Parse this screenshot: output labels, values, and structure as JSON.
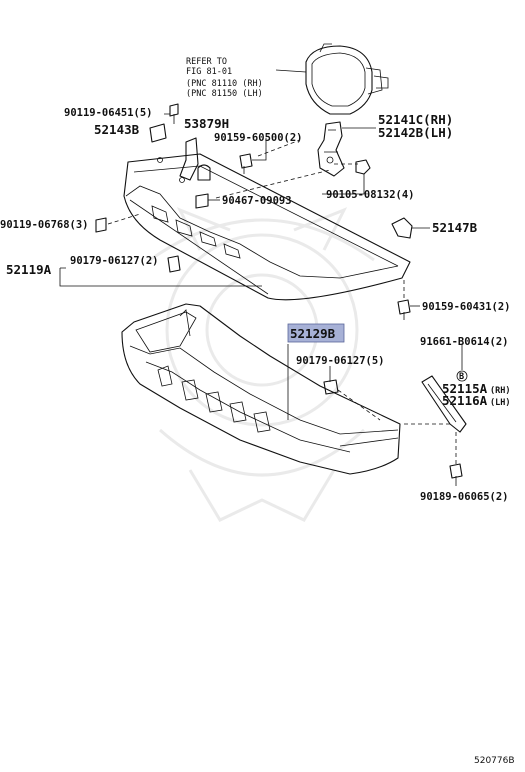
{
  "diagram": {
    "figure_id": "520776B",
    "highlighted_part": "52129B",
    "highlight_color": "#a7b1d6",
    "refer_note": {
      "line1": "REFER TO",
      "line2": "FIG 81-01",
      "line3": "(PNC 81110 (RH)",
      "line4": "(PNC 81150 (LH)"
    },
    "labels": {
      "p90119_06451": "90119-06451(5)",
      "p52143b": "52143B",
      "p53879h": "53879H",
      "p90159_60500": "90159-60500(2)",
      "p52141c": "52141C(RH)",
      "p52142b": "52142B(LH)",
      "p90105_08132": "90105-08132(4)",
      "p90467_09093": "90467-09093",
      "p90119_06768": "90119-06768(3)",
      "p52147b": "52147B",
      "p90179_06127_2": "90179-06127(2)",
      "p52119a": "52119A",
      "p90159_60431": "90159-60431(2)",
      "p52129b": "52129B",
      "p91661_b0614": "91661-B0614(2)",
      "p90179_06127_5": "90179-06127(5)",
      "p52115a_code": "52115A",
      "p52115a_side": "(RH)",
      "p52116a_code": "52116A",
      "p52116a_side": "(LH)",
      "p90189_06065": "90189-06065(2)",
      "circle_b": "B"
    }
  }
}
